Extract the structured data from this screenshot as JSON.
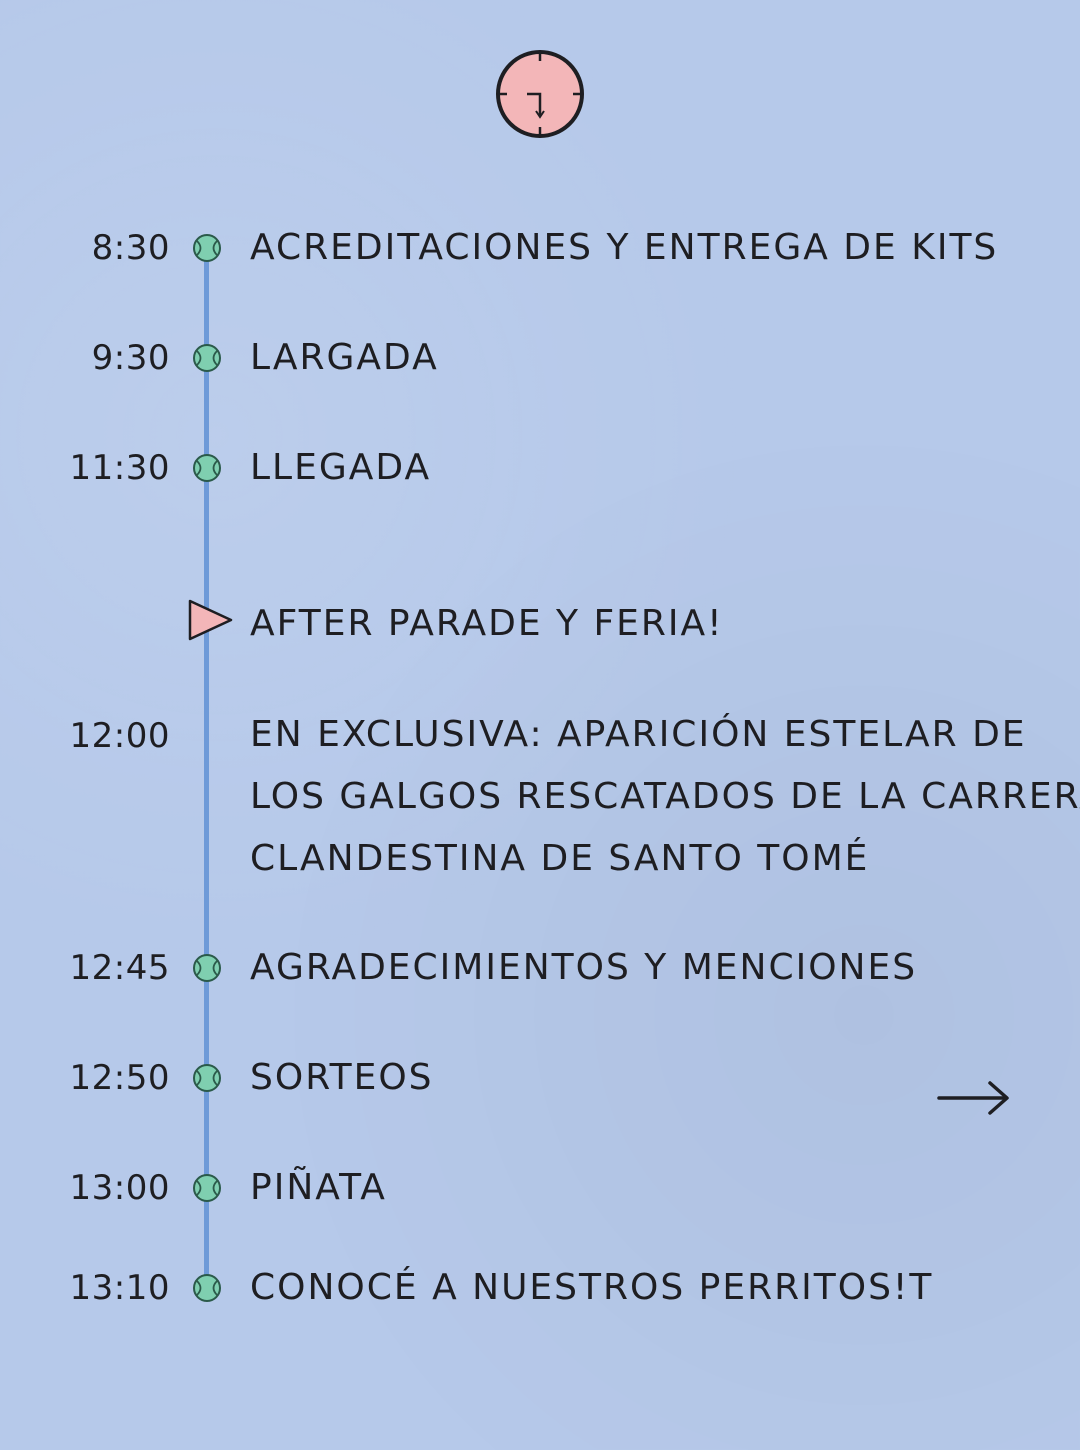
{
  "colors": {
    "background": "#b6c9ea",
    "timeline": "#6e9ad8",
    "ball": "#7fcfb0",
    "accent_pink": "#f3b6b8",
    "text": "#1e1e22"
  },
  "header": {
    "icon": "clock-icon"
  },
  "schedule": [
    {
      "time": "8:30",
      "label": "ACREDITACIONES Y ENTREGA DE KITS",
      "icon": "tennis-ball-icon"
    },
    {
      "time": "9:30",
      "label": "LARGADA",
      "icon": "tennis-ball-icon"
    },
    {
      "time": "11:30",
      "label": "LLEGADA",
      "icon": "tennis-ball-icon"
    },
    {
      "time": "",
      "label": "AFTER PARADE Y FERIA!",
      "icon": "flag-icon"
    },
    {
      "time": "12:00",
      "lines": [
        "EN EXCLUSIVA: APARICIÓN ESTELAR DE",
        "LOS GALGOS RESCATADOS DE LA CARRERA",
        "CLANDESTINA DE SANTO TOMÉ"
      ],
      "icon": ""
    },
    {
      "time": "12:45",
      "label": "AGRADECIMIENTOS Y MENCIONES",
      "icon": "tennis-ball-icon"
    },
    {
      "time": "12:50",
      "label": "SORTEOS",
      "icon": "tennis-ball-icon"
    },
    {
      "time": "13:00",
      "label": "PIÑATA",
      "icon": "tennis-ball-icon"
    },
    {
      "time": "13:10",
      "label": "CONOCÉ A NUESTROS PERRITOS!T",
      "icon": "tennis-ball-icon"
    }
  ],
  "navigation": {
    "next_icon": "arrow-right-icon"
  }
}
